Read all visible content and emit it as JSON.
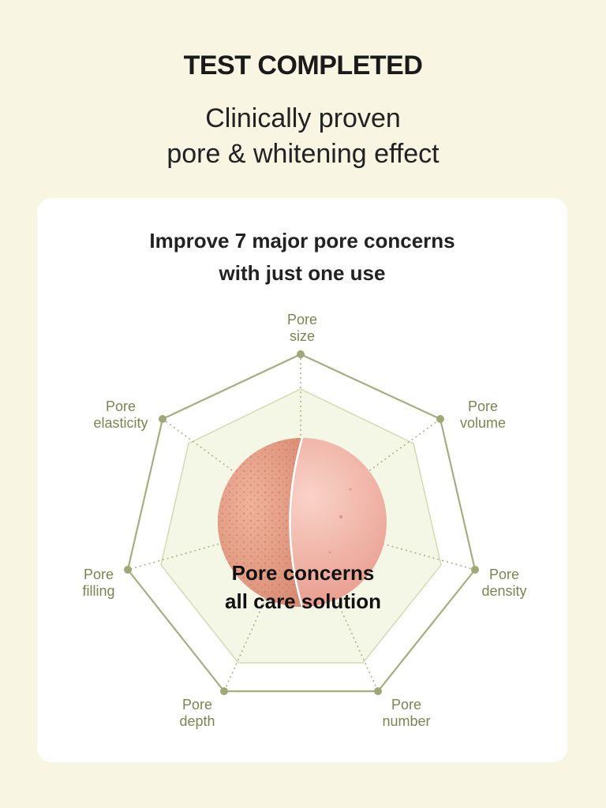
{
  "header": {
    "title": "TEST COMPLETED",
    "subtitle_line1": "Clinically proven",
    "subtitle_line2": "pore & whitening effect"
  },
  "card": {
    "title_line1": "Improve 7 major pore concerns",
    "title_line2": "with just one use",
    "center_line1": "Pore concerns",
    "center_line2": "all care solution"
  },
  "axes": [
    {
      "line1": "Pore",
      "line2": "size"
    },
    {
      "line1": "Pore",
      "line2": "volume"
    },
    {
      "line1": "Pore",
      "line2": "density"
    },
    {
      "line1": "Pore",
      "line2": "number"
    },
    {
      "line1": "Pore",
      "line2": "depth"
    },
    {
      "line1": "Pore",
      "line2": "filling"
    },
    {
      "line1": "Pore",
      "line2": "elasticity"
    }
  ],
  "colors": {
    "background": "#f8f5e3",
    "card": "#ffffff",
    "outline": "#a7ad7f",
    "accent_text": "#7c8450",
    "inner_fill": "#f4f6e6",
    "skin_before": "#e9a28b",
    "skin_after": "#f1b4a6"
  }
}
